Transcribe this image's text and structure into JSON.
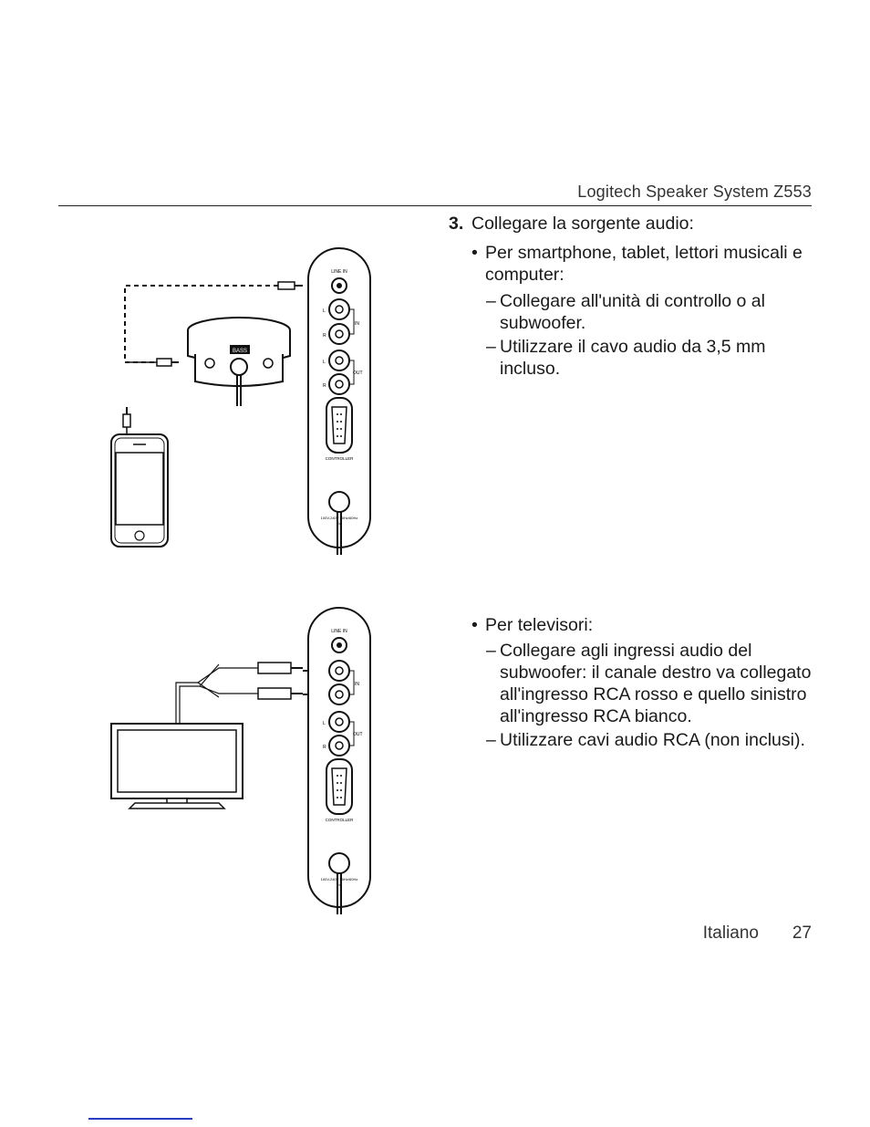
{
  "header": {
    "title": "Logitech Speaker System Z553"
  },
  "section1": {
    "step_number": "3.",
    "step_text": "Collegare la sorgente audio:",
    "bullet": "Per smartphone, tablet, lettori musicali e computer:",
    "dashes": [
      "Collegare all'unità di controllo o al subwoofer.",
      "Utilizzare il cavo audio da 3,5 mm incluso."
    ]
  },
  "section2": {
    "bullet": "Per televisori:",
    "dashes": [
      "Collegare agli ingressi audio del subwoofer: il canale destro va collegato all'ingresso RCA rosso e quello sinistro all'ingresso RCA bianco.",
      "Utilizzare cavi audio RCA (non inclusi)."
    ]
  },
  "panel_labels": {
    "line_in": "LINE IN",
    "in": "IN",
    "out": "OUT",
    "l": "L",
    "r": "R",
    "controller": "CONTROLLER",
    "power_line1": "100V-240V  50Hz/60Hz",
    "power_line2": "2A",
    "bass": "BASS"
  },
  "footer": {
    "language": "Italiano",
    "page_number": "27"
  }
}
